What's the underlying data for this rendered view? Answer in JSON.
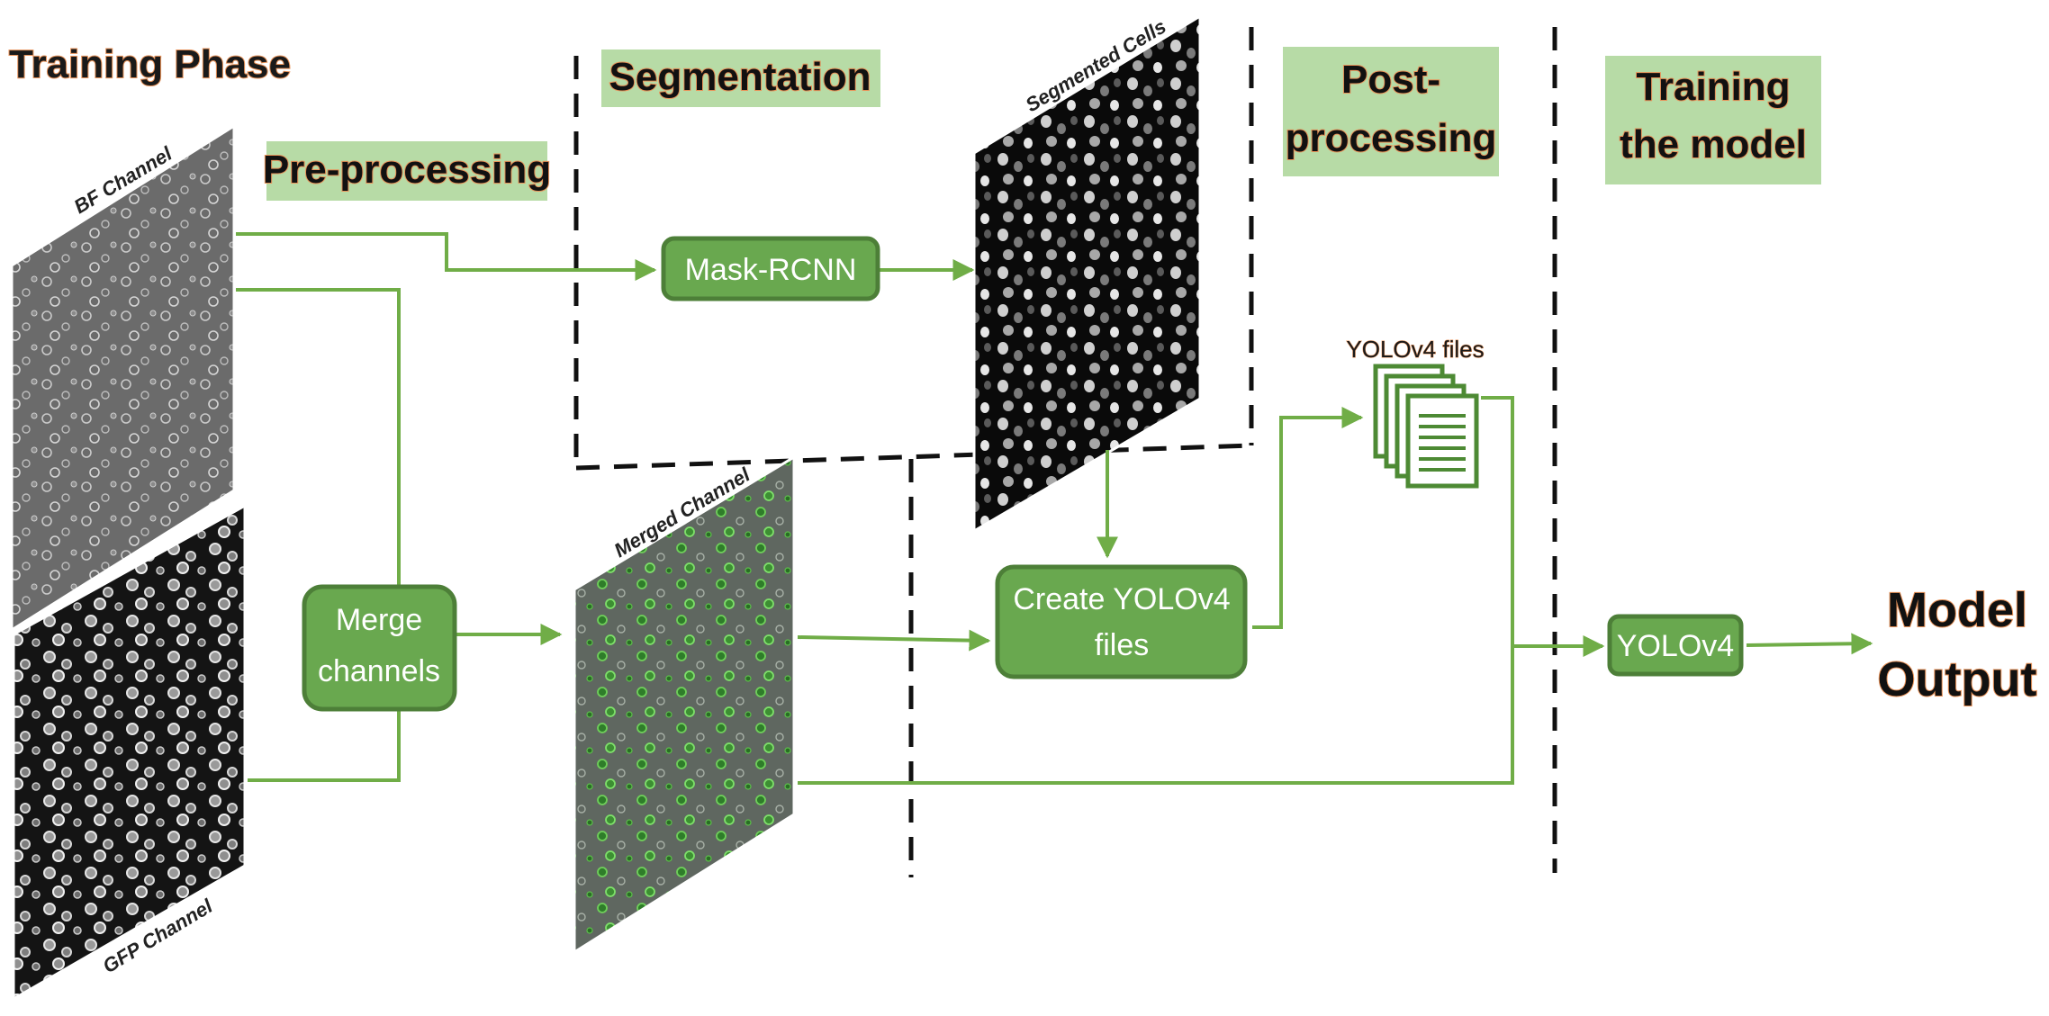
{
  "title": "Training Phase",
  "phases": {
    "preprocessing": "Pre-processing",
    "segmentation": "Segmentation",
    "postprocessing": [
      "Post-",
      "processing"
    ],
    "training": [
      "Training",
      "the model"
    ]
  },
  "images": {
    "bf": "BF Channel",
    "gfp": "GFP Channel",
    "merged": "Merged Channel",
    "segmented": "Segmented Cells"
  },
  "boxes": {
    "mask_rcnn": "Mask-RCNN",
    "merge": [
      "Merge",
      "channels"
    ],
    "create_yolo": [
      "Create YOLOv4",
      "files"
    ],
    "yolov4": "YOLOv4"
  },
  "yolo_files_label": "YOLOv4 files",
  "model_output": [
    "Model",
    "Output"
  ],
  "colors": {
    "box_fill": "#69a84f",
    "box_border": "#4d7f38",
    "arrow": "#70ad47",
    "phase_bg": "#b7dba6",
    "heading_outline": "#e8935a"
  }
}
